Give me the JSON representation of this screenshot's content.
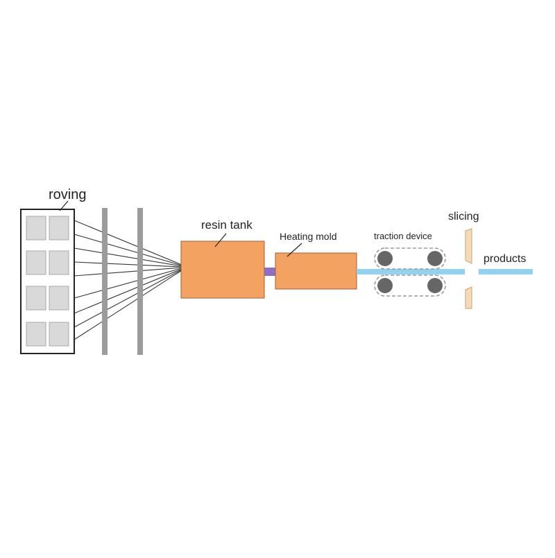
{
  "labels": {
    "roving": "roving",
    "resin_tank": "resin tank",
    "heating_mold": "Heating mold",
    "traction_device": "traction device",
    "slicing": "slicing",
    "products": "products"
  },
  "colors": {
    "frame": "#222222",
    "bobbin_fill": "#d9d9d9",
    "bobbin_stroke": "#a9a9a9",
    "guide_bar": "#9c9c9c",
    "fiber": "#333333",
    "tank": "#f4a261",
    "tank_stroke": "#a0603a",
    "connector": "#8e6fc4",
    "profile": "#93d2ee",
    "roller": "#666666",
    "belt": "#9a9a9a",
    "cutter": "#f6d9b6",
    "cutter_stroke": "#c9a47a"
  },
  "icons": {
    "roller": "roller-icon",
    "bobbin": "bobbin-icon",
    "cutter": "blade-icon"
  }
}
